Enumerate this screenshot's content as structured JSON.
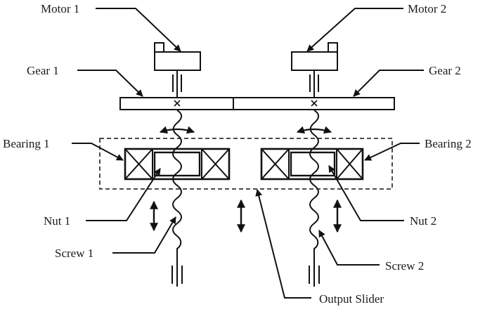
{
  "diagram": {
    "title": "Dual-motor screw-nut drive with output slider",
    "labels": {
      "motor1": "Motor 1",
      "motor2": "Motor 2",
      "gear1": "Gear 1",
      "gear2": "Gear 2",
      "bearing1": "Bearing 1",
      "bearing2": "Bearing 2",
      "nut1": "Nut 1",
      "nut2": "Nut 2",
      "screw1": "Screw 1",
      "screw2": "Screw 2",
      "output_slider": "Output Slider"
    },
    "components": [
      {
        "id": "motor1",
        "type": "motor"
      },
      {
        "id": "motor2",
        "type": "motor"
      },
      {
        "id": "gear1",
        "type": "gear"
      },
      {
        "id": "gear2",
        "type": "gear"
      },
      {
        "id": "bearing1",
        "type": "bearing"
      },
      {
        "id": "bearing2",
        "type": "bearing"
      },
      {
        "id": "nut1",
        "type": "nut"
      },
      {
        "id": "nut2",
        "type": "nut"
      },
      {
        "id": "screw1",
        "type": "screw"
      },
      {
        "id": "screw2",
        "type": "screw"
      },
      {
        "id": "output_slider",
        "type": "slider"
      }
    ],
    "motion_indicators": [
      "rotation-screw-1",
      "rotation-screw-2",
      "linear-nut-1",
      "linear-slider",
      "linear-nut-2"
    ]
  }
}
